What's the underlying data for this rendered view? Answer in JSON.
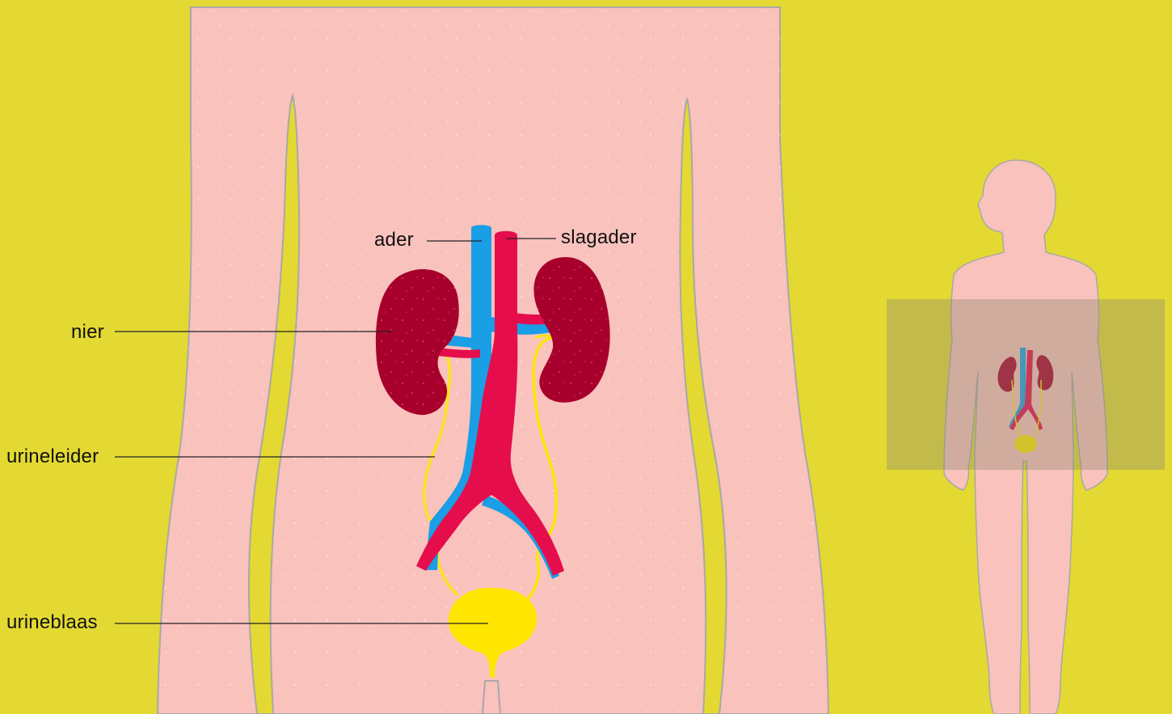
{
  "labels": {
    "ader": "ader",
    "slagader": "slagader",
    "nier": "nier",
    "urineleider": "urineleider",
    "urineblaas": "urineblaas"
  },
  "colors": {
    "background": "#e3d932",
    "skin": "#f9c2bc",
    "outline": "#a9a8a8",
    "kidney": "#a8002c",
    "vein": "#1a9ee6",
    "artery": "#e60d4c",
    "urine": "#ffe600"
  }
}
